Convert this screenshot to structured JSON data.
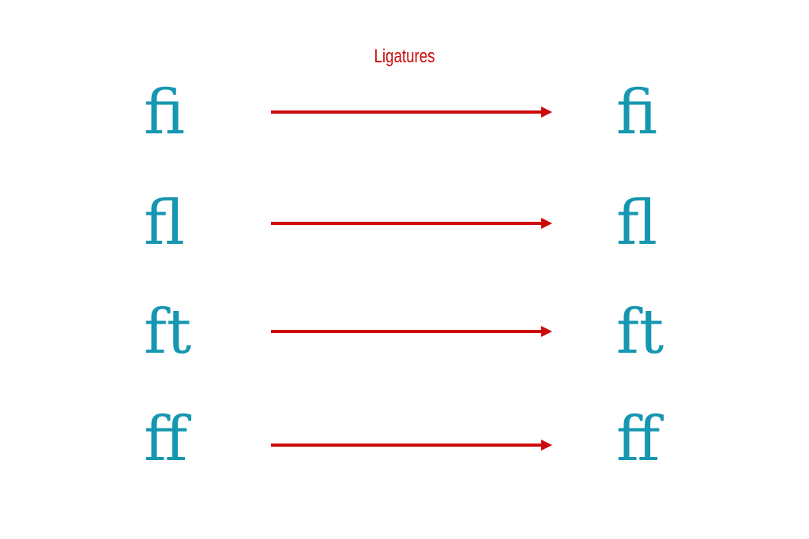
{
  "title": "Ligatures",
  "colors": {
    "accent": "#cc0a0a",
    "glyph": "#1697b0"
  },
  "rows": [
    {
      "before": "fi",
      "after": "ﬁ"
    },
    {
      "before": "fl",
      "after": "ﬂ"
    },
    {
      "before": "ft",
      "after": "ft"
    },
    {
      "before": "ff",
      "after": "ﬀ"
    }
  ]
}
